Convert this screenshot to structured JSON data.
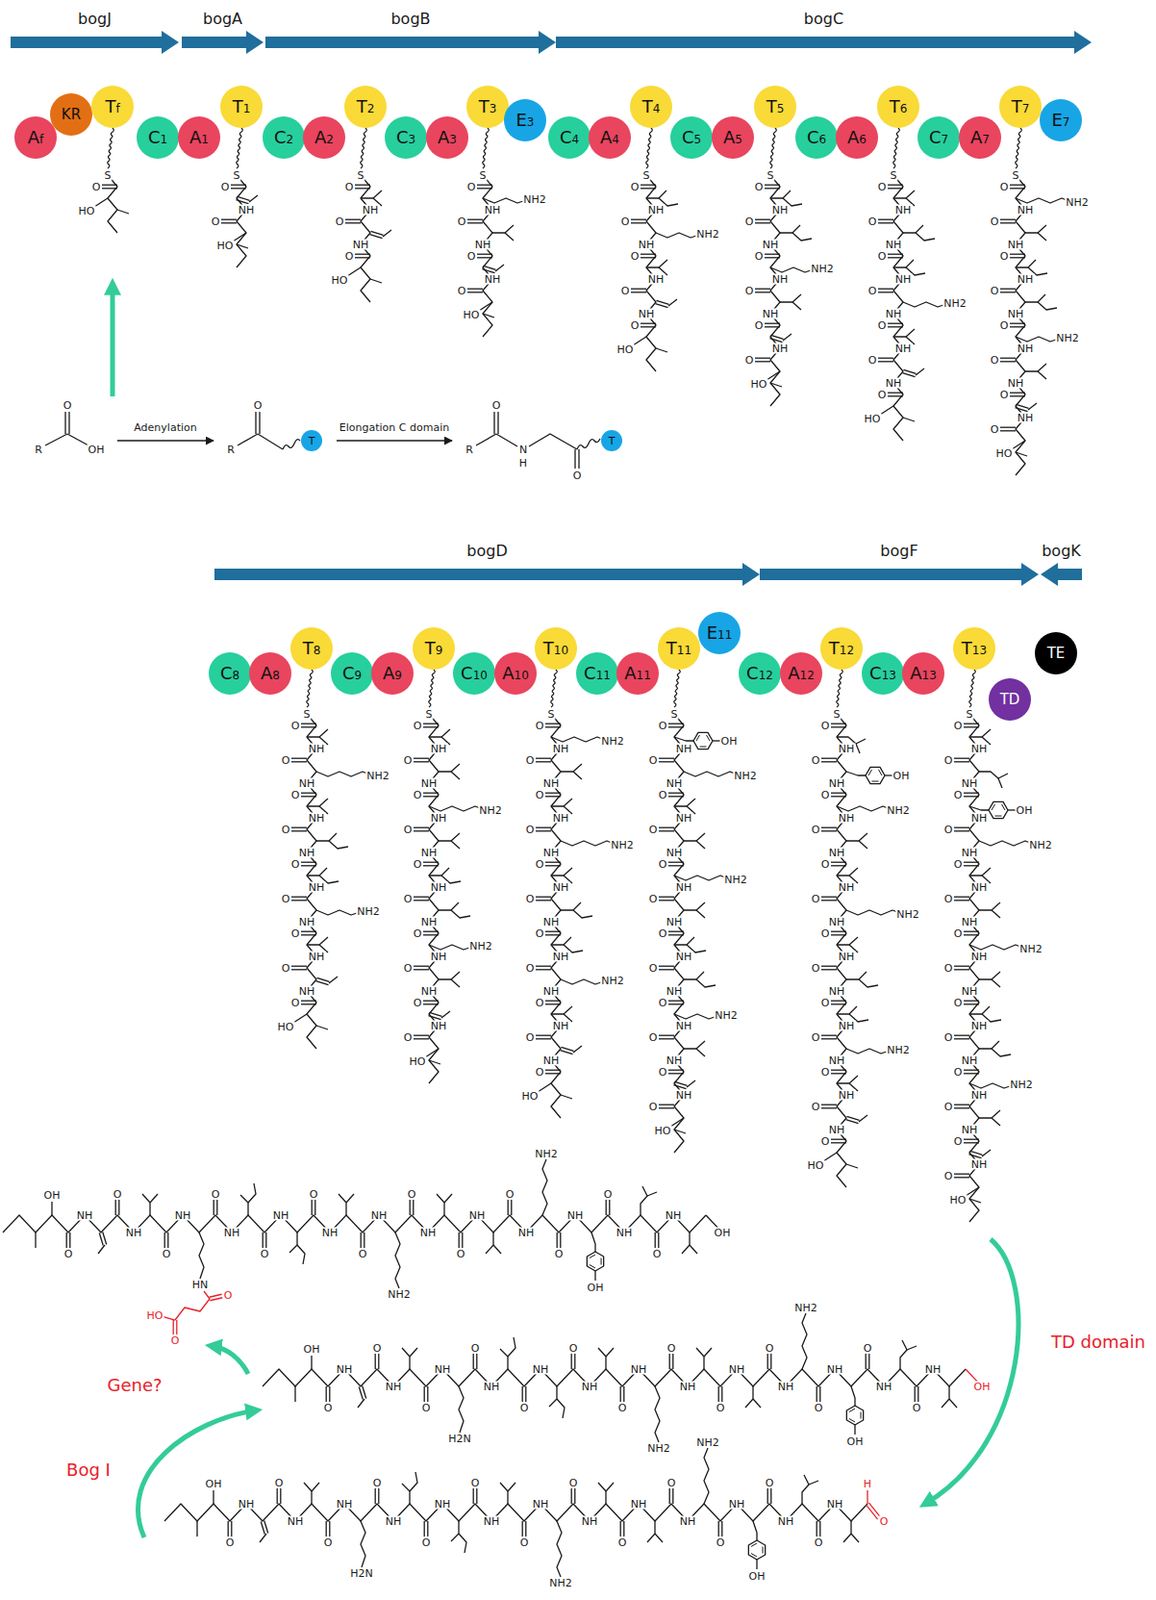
{
  "diagram": {
    "nodes": [
      {
        "text": [
          "bogJ"
        ]
      },
      {
        "text": [
          "bogA"
        ]
      },
      {
        "text": [
          "bogB"
        ]
      },
      {
        "text": [
          "bogC"
        ]
      },
      {
        "text": [
          "Af"
        ]
      },
      {
        "text": [
          "KR"
        ]
      },
      {
        "text": [
          "Tf"
        ]
      },
      {
        "text": [
          "C1"
        ]
      },
      {
        "text": [
          "A1"
        ]
      },
      {
        "text": [
          "T1"
        ]
      },
      {
        "text": [
          "C2"
        ]
      },
      {
        "text": [
          "A2"
        ]
      },
      {
        "text": [
          "T2"
        ]
      },
      {
        "text": [
          "C3"
        ]
      },
      {
        "text": [
          "A3"
        ]
      },
      {
        "text": [
          "T3"
        ]
      },
      {
        "text": [
          "E3"
        ]
      },
      {
        "text": [
          "C4"
        ]
      },
      {
        "text": [
          "A4"
        ]
      },
      {
        "text": [
          "T4"
        ]
      },
      {
        "text": [
          "C5"
        ]
      },
      {
        "text": [
          "A5"
        ]
      },
      {
        "text": [
          "T5"
        ]
      },
      {
        "text": [
          "C6"
        ]
      },
      {
        "text": [
          "A6"
        ]
      },
      {
        "text": [
          "T6"
        ]
      },
      {
        "text": [
          "C7"
        ]
      },
      {
        "text": [
          "A7"
        ]
      },
      {
        "text": [
          "T7"
        ]
      },
      {
        "text": [
          "E7"
        ]
      },
      {
        "text": [
          "T"
        ]
      },
      {
        "text": [
          "T"
        ]
      },
      {
        "text": [
          "bogD"
        ]
      },
      {
        "text": [
          "bogF"
        ]
      },
      {
        "text": [
          "bogK"
        ]
      },
      {
        "text": [
          "C8"
        ]
      },
      {
        "text": [
          "A8"
        ]
      },
      {
        "text": [
          "T8"
        ]
      },
      {
        "text": [
          "C9"
        ]
      },
      {
        "text": [
          "A9"
        ]
      },
      {
        "text": [
          "T9"
        ]
      },
      {
        "text": [
          "C10"
        ]
      },
      {
        "text": [
          "A10"
        ]
      },
      {
        "text": [
          "T10"
        ]
      },
      {
        "text": [
          "C11"
        ]
      },
      {
        "text": [
          "A11"
        ]
      },
      {
        "text": [
          "T11"
        ]
      },
      {
        "text": [
          "E11"
        ]
      },
      {
        "text": [
          "C12"
        ]
      },
      {
        "text": [
          "A12"
        ]
      },
      {
        "text": [
          "T12"
        ]
      },
      {
        "text": [
          "C13"
        ]
      },
      {
        "text": [
          "A13"
        ]
      },
      {
        "text": [
          "T13"
        ]
      },
      {
        "text": [
          "TD"
        ]
      },
      {
        "text": [
          "TE"
        ]
      }
    ],
    "labels": [
      "O",
      "R",
      "OH",
      "Adenylation",
      "O",
      "R",
      "Elongation C domain",
      "O",
      "R",
      "N",
      "H",
      "O",
      "Gene?",
      "Bog I",
      "TD domain",
      "S",
      "O",
      "HO",
      "S",
      "O",
      "NH",
      "O",
      "HO",
      "S",
      "O",
      "NH",
      "O",
      "NH",
      "O",
      "HO",
      "S",
      "O",
      "NH2",
      "NH",
      "O",
      "NH",
      "O",
      "NH",
      "O",
      "HO",
      "S",
      "O",
      "NH",
      "O",
      "NH2",
      "NH",
      "O",
      "NH",
      "O",
      "NH",
      "O",
      "HO",
      "S",
      "O",
      "NH",
      "O",
      "NH",
      "O",
      "NH2",
      "NH",
      "O",
      "NH",
      "O",
      "NH",
      "O",
      "HO",
      "S",
      "O",
      "NH",
      "O",
      "NH",
      "O",
      "NH",
      "O",
      "NH2",
      "NH",
      "O",
      "NH",
      "O",
      "NH",
      "O",
      "HO",
      "S",
      "O",
      "NH2",
      "NH",
      "O",
      "NH",
      "O",
      "NH",
      "O",
      "NH",
      "O",
      "NH2",
      "NH",
      "O",
      "NH",
      "O",
      "NH",
      "O",
      "HO",
      "S",
      "O",
      "NH",
      "O",
      "NH2",
      "NH",
      "O",
      "NH",
      "O",
      "NH",
      "O",
      "NH",
      "O",
      "NH2",
      "NH",
      "O",
      "NH",
      "O",
      "NH",
      "O",
      "HO",
      "S",
      "O",
      "NH",
      "O",
      "NH",
      "O",
      "NH2",
      "NH",
      "O",
      "NH",
      "O",
      "NH",
      "O",
      "NH",
      "O",
      "NH2",
      "NH",
      "O",
      "NH",
      "O",
      "NH",
      "O",
      "HO",
      "S",
      "O",
      "NH2",
      "NH",
      "O",
      "NH",
      "O",
      "NH",
      "O",
      "NH2",
      "NH",
      "O",
      "NH",
      "O",
      "NH",
      "O",
      "NH",
      "O",
      "NH2",
      "NH",
      "O",
      "NH",
      "O",
      "NH",
      "O",
      "HO",
      "S",
      "O",
      "OH",
      "NH",
      "O",
      "NH2",
      "NH",
      "O",
      "NH",
      "O",
      "NH",
      "O",
      "NH2",
      "NH",
      "O",
      "NH",
      "O",
      "NH",
      "O",
      "NH",
      "O",
      "NH2",
      "NH",
      "O",
      "NH",
      "O",
      "NH",
      "O",
      "HO",
      "S",
      "O",
      "NH",
      "O",
      "OH",
      "NH",
      "O",
      "NH2",
      "NH",
      "O",
      "NH",
      "O",
      "NH",
      "O",
      "NH2",
      "NH",
      "O",
      "NH",
      "O",
      "NH",
      "O",
      "NH",
      "O",
      "NH2",
      "NH",
      "O",
      "NH",
      "O",
      "NH",
      "O",
      "HO",
      "S",
      "O",
      "NH",
      "O",
      "NH",
      "O",
      "OH",
      "NH",
      "O",
      "NH2",
      "NH",
      "O",
      "NH",
      "O",
      "NH",
      "O",
      "NH2",
      "NH",
      "O",
      "NH",
      "O",
      "NH",
      "O",
      "NH",
      "O",
      "NH2",
      "NH",
      "O",
      "NH",
      "O",
      "NH",
      "O",
      "HO",
      "OH",
      "O",
      "NH",
      "O",
      "NH",
      "O",
      "NH",
      "HN",
      "O",
      "HO",
      "O",
      "O",
      "NH",
      "O",
      "NH",
      "O",
      "NH",
      "O",
      "NH",
      "NH2",
      "O",
      "NH",
      "O",
      "NH",
      "O",
      "NH",
      "NH2",
      "O",
      "NH",
      "OH",
      "O",
      "NH",
      "O",
      "NH",
      "OH",
      "OH",
      "O",
      "NH",
      "O",
      "NH",
      "O",
      "NH",
      "H2N",
      "O",
      "NH",
      "O",
      "NH",
      "O",
      "NH",
      "O",
      "NH",
      "NH2",
      "O",
      "NH",
      "O",
      "NH",
      "O",
      "NH",
      "NH2",
      "O",
      "NH",
      "OH",
      "O",
      "NH",
      "O",
      "NH",
      "OH",
      "OH",
      "O",
      "NH",
      "O",
      "NH",
      "O",
      "NH",
      "H2N",
      "O",
      "NH",
      "O",
      "NH",
      "O",
      "NH",
      "O",
      "NH",
      "NH2",
      "O",
      "NH",
      "O",
      "NH",
      "O",
      "NH",
      "NH2",
      "O",
      "NH",
      "OH",
      "O",
      "NH",
      "O",
      "NH",
      "H",
      "O"
    ]
  }
}
